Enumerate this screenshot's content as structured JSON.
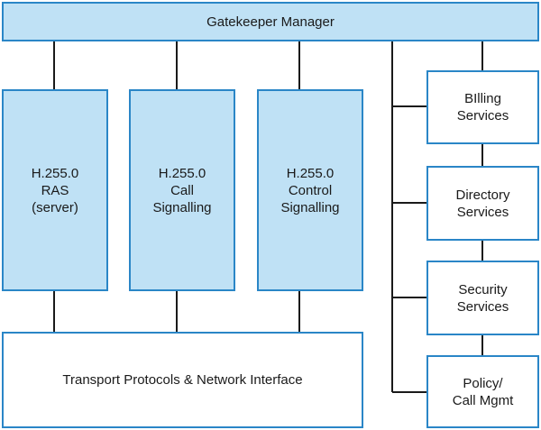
{
  "manager": {
    "label": "Gatekeeper Manager"
  },
  "h225_blocks": [
    {
      "lines": [
        "H.255.0",
        "RAS",
        "(server)"
      ]
    },
    {
      "lines": [
        "H.255.0",
        "Call",
        "Signalling"
      ]
    },
    {
      "lines": [
        "H.255.0",
        "Control",
        "Signalling"
      ]
    }
  ],
  "transport": {
    "label": "Transport Protocols & Network Interface"
  },
  "services": [
    {
      "lines": [
        "BIlling",
        "Services"
      ]
    },
    {
      "lines": [
        "Directory",
        "Services"
      ]
    },
    {
      "lines": [
        "Security",
        "Services"
      ]
    },
    {
      "lines": [
        "Policy/",
        "Call Mgmt"
      ]
    }
  ],
  "colors": {
    "border": "#2a86c7",
    "fill_blue": "#bfe1f5",
    "line": "#1a1a1a"
  }
}
